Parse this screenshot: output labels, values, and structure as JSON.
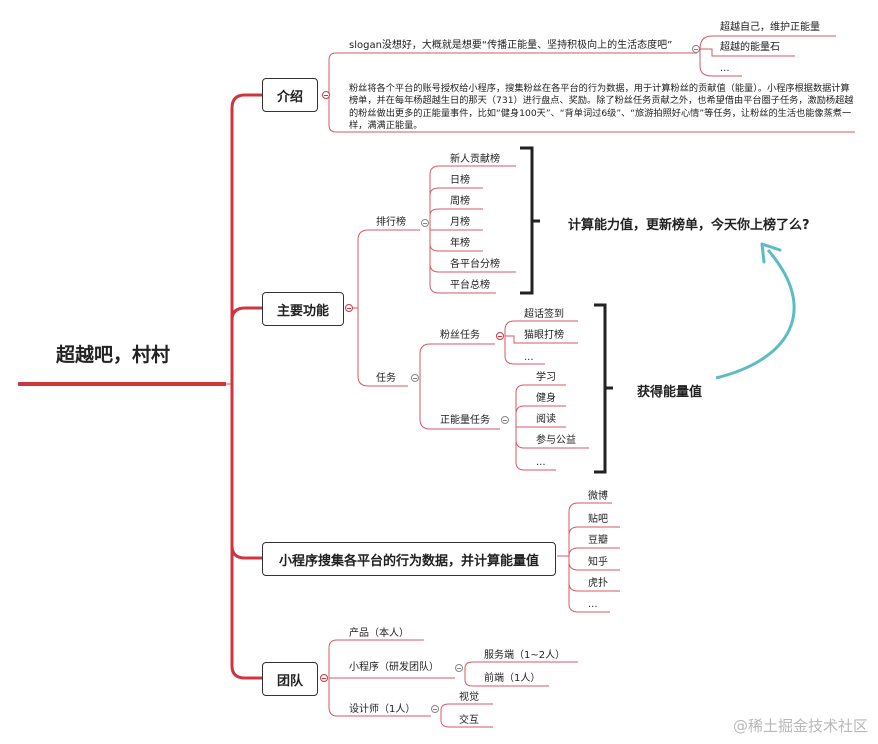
{
  "root": "超越吧，村村",
  "intro": {
    "title": "介绍",
    "slogan": "slogan没想好，大概就是想要“传播正能量、坚持积极向上的生活态度吧”",
    "slogan_children": [
      "超越自己，维护正能量",
      "超越的能量石",
      "..."
    ],
    "description": "粉丝将各个平台的账号授权给小程序，搜集粉丝在各平台的行为数据，用于计算粉丝的贡献值（能量）。小程序根据数据计算榜单，并在每年杨超越生日的那天（731）进行盘点、奖励。除了粉丝任务贡献之外，也希望借由平台圈子任务，激励杨超越的粉丝做出更多的正能量事件，比如“健身100天”、“背单词过6级”、“旅游拍照好心情”等任务，让粉丝的生活也能像蒸煮一样，满满正能量。"
  },
  "features": {
    "title": "主要功能",
    "ranking": {
      "label": "排行榜",
      "items": [
        "新人贡献榜",
        "日榜",
        "周榜",
        "月榜",
        "年榜",
        "各平台分榜",
        "平台总榜"
      ],
      "callout": "计算能力值，更新榜单，今天你上榜了么?"
    },
    "tasks": {
      "label": "任务",
      "fan": {
        "label": "粉丝任务",
        "items": [
          "超话签到",
          "猫眼打榜",
          "..."
        ]
      },
      "positive": {
        "label": "正能量任务",
        "items": [
          "学习",
          "健身",
          "阅读",
          "参与公益",
          "..."
        ]
      },
      "callout": "获得能量值"
    }
  },
  "collect": {
    "title": "小程序搜集各平台的行为数据，并计算能量值",
    "platforms": [
      "微博",
      "贴吧",
      "豆瓣",
      "知乎",
      "虎扑",
      "..."
    ]
  },
  "team": {
    "title": "团队",
    "product": "产品（本人）",
    "miniapp": {
      "label": "小程序（研发团队）",
      "items": [
        "服务端（1~2人）",
        "前端（1人）"
      ]
    },
    "designer": {
      "label": "设计师（1人）",
      "items": [
        "视觉",
        "交互"
      ]
    }
  },
  "watermark": "@稀土掘金技术社区",
  "colors": {
    "main_branch": "#d2343e",
    "sub_branch": "#d65a63",
    "arrow": "#5bbcc4",
    "bracket": "#222222"
  }
}
